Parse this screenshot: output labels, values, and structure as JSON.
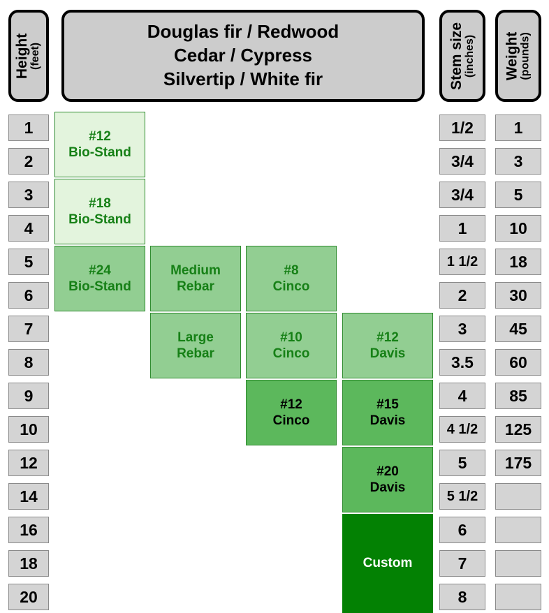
{
  "header": {
    "height_label": "Height",
    "height_unit": "(feet)",
    "species_line1": "Douglas fir / Redwood",
    "species_line2": "Cedar / Cypress",
    "species_line3": "Silvertip / White fir",
    "stem_label": "Stem size",
    "stem_unit": "(inches)",
    "weight_label": "Weight",
    "weight_unit": "(pounds)"
  },
  "colors": {
    "grey_cell": "#d4d4d4",
    "grey_border": "#8a8a8a",
    "header_fill": "#cccccc",
    "header_border": "#000000",
    "tone_1": "#e3f4dd",
    "tone_2": "#92ce92",
    "tone_3": "#5cb85c",
    "tone_4": "#038103",
    "green_text": "#168016",
    "green_border": "#2e8b2e"
  },
  "chart_data": {
    "type": "table",
    "title": "Douglas fir / Redwood, Cedar / Cypress, Silvertip / White fir",
    "row_count": 15,
    "heights": [
      "1",
      "2",
      "3",
      "4",
      "5",
      "6",
      "7",
      "8",
      "9",
      "10",
      "12",
      "14",
      "16",
      "18",
      "20"
    ],
    "stem_sizes": [
      "1/2",
      "3/4",
      "3/4",
      "1",
      "1 1/2",
      "2",
      "3",
      "3.5",
      "4",
      "4 1/2",
      "5",
      "5 1/2",
      "6",
      "7",
      "8"
    ],
    "weights": [
      "1",
      "3",
      "5",
      "10",
      "18",
      "30",
      "45",
      "60",
      "85",
      "125",
      "175",
      "",
      "",
      "",
      ""
    ],
    "stand_columns": 4,
    "stands": [
      {
        "line1": "#12",
        "line2": "Bio-Stand",
        "column": 1,
        "row_start": 1,
        "row_span": 2,
        "tone": "tone-1"
      },
      {
        "line1": "#18",
        "line2": "Bio-Stand",
        "column": 1,
        "row_start": 3,
        "row_span": 2,
        "tone": "tone-1"
      },
      {
        "line1": "#24",
        "line2": "Bio-Stand",
        "column": 1,
        "row_start": 5,
        "row_span": 2,
        "tone": "tone-2"
      },
      {
        "line1": "Medium",
        "line2": "Rebar",
        "column": 2,
        "row_start": 5,
        "row_span": 2,
        "tone": "tone-2"
      },
      {
        "line1": "#8",
        "line2": "Cinco",
        "column": 3,
        "row_start": 5,
        "row_span": 2,
        "tone": "tone-2"
      },
      {
        "line1": "Large",
        "line2": "Rebar",
        "column": 2,
        "row_start": 7,
        "row_span": 2,
        "tone": "tone-2"
      },
      {
        "line1": "#10",
        "line2": "Cinco",
        "column": 3,
        "row_start": 7,
        "row_span": 2,
        "tone": "tone-2"
      },
      {
        "line1": "#12",
        "line2": "Davis",
        "column": 4,
        "row_start": 7,
        "row_span": 2,
        "tone": "tone-2"
      },
      {
        "line1": "#12",
        "line2": "Cinco",
        "column": 3,
        "row_start": 9,
        "row_span": 2,
        "tone": "tone-3"
      },
      {
        "line1": "#15",
        "line2": "Davis",
        "column": 4,
        "row_start": 9,
        "row_span": 2,
        "tone": "tone-3"
      },
      {
        "line1": "#20",
        "line2": "Davis",
        "column": 4,
        "row_start": 11,
        "row_span": 2,
        "tone": "tone-3"
      },
      {
        "line1": "Custom",
        "line2": "",
        "column": 4,
        "row_start": 13,
        "row_span": 3,
        "tone": "tone-4"
      }
    ]
  }
}
